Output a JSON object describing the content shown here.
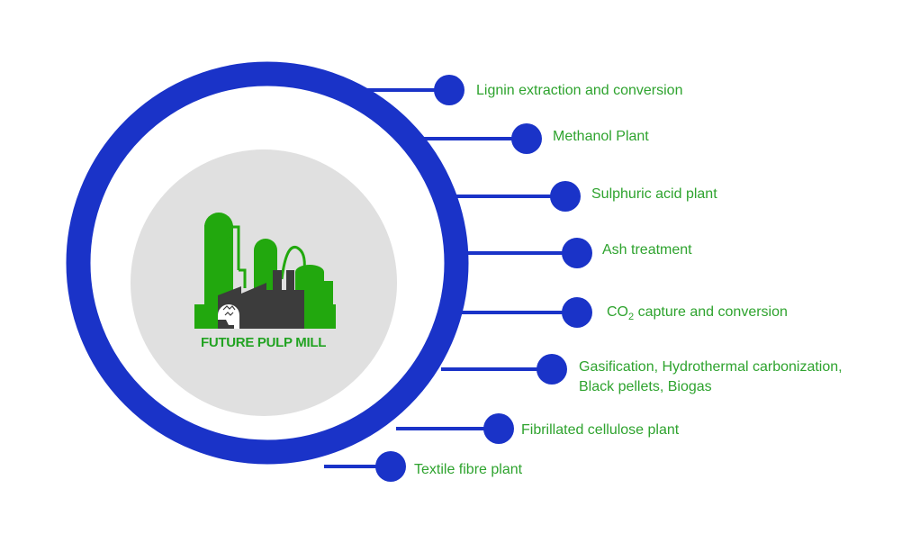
{
  "center": {
    "title": "FUTURE PULP MILL",
    "icon": "factory-icon"
  },
  "branches": [
    {
      "id": "lignin",
      "label": "Lignin extraction and conversion"
    },
    {
      "id": "methanol",
      "label": "Methanol Plant"
    },
    {
      "id": "sulphuric",
      "label": "Sulphuric acid plant"
    },
    {
      "id": "ash",
      "label": "Ash treatment"
    },
    {
      "id": "co2",
      "label_prefix": "CO",
      "label_sub": "2",
      "label_suffix": " capture and conversion"
    },
    {
      "id": "gasification",
      "label_line1": "Gasification, Hydrothermal carbonization,",
      "label_line2": "Black pellets, Biogas"
    },
    {
      "id": "fibrillated",
      "label": "Fibrillated cellulose plant"
    },
    {
      "id": "textile",
      "label": "Textile fibre plant"
    }
  ],
  "colors": {
    "ring": "#1a33c8",
    "inner_disc": "#e0e0e0",
    "node": "#1a33c8",
    "label_text": "#2ea32e",
    "factory_green": "#22a80e",
    "factory_dark": "#3c3c3c"
  }
}
